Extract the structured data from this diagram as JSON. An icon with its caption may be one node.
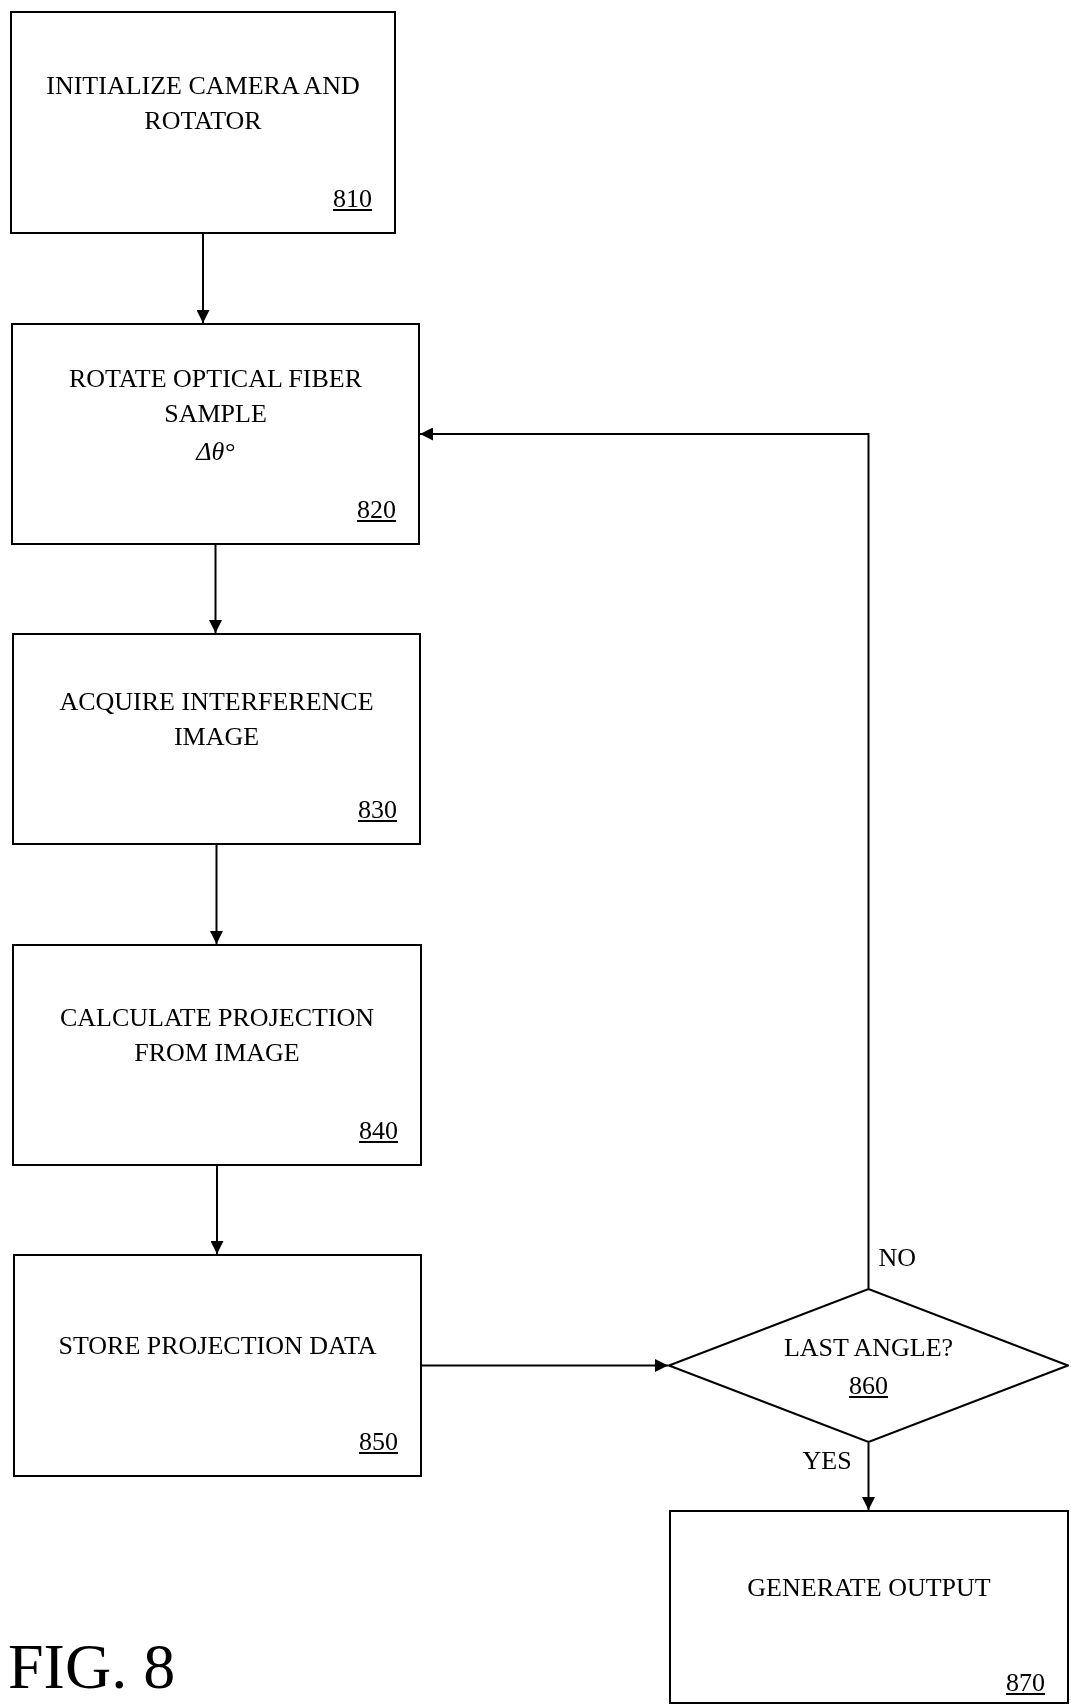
{
  "diagram": {
    "nodes": [
      {
        "text": [
          "INITIALIZE CAMERA AND ROTATOR",
          "810"
        ]
      },
      {
        "text": [
          "ROTATE OPTICAL FIBER SAMPLE",
          "Δθ°",
          "820"
        ]
      },
      {
        "text": [
          "ACQUIRE INTERFERENCE IMAGE",
          "830"
        ]
      },
      {
        "text": [
          "CALCULATE PROJECTION FROM IMAGE",
          "840"
        ]
      },
      {
        "text": [
          "STORE PROJECTION DATA",
          "850"
        ]
      },
      {
        "text": [
          "LAST ANGLE?",
          "860"
        ]
      },
      {
        "text": [
          "GENERATE OUTPUT",
          "870"
        ]
      }
    ],
    "edges": [
      {
        "from": 0,
        "to": 1,
        "arrow": "to"
      },
      {
        "from": 1,
        "to": 2,
        "arrow": "to"
      },
      {
        "from": 2,
        "to": 3,
        "arrow": "to"
      },
      {
        "from": 3,
        "to": 4,
        "arrow": "to"
      },
      {
        "from": 4,
        "to": 5,
        "arrow": "to"
      },
      {
        "from": 5,
        "to": 1,
        "arrow": "to",
        "label": "NO"
      },
      {
        "from": 5,
        "to": 6,
        "arrow": "to",
        "label": "YES"
      }
    ],
    "labels": [
      "FIG. 8"
    ]
  }
}
